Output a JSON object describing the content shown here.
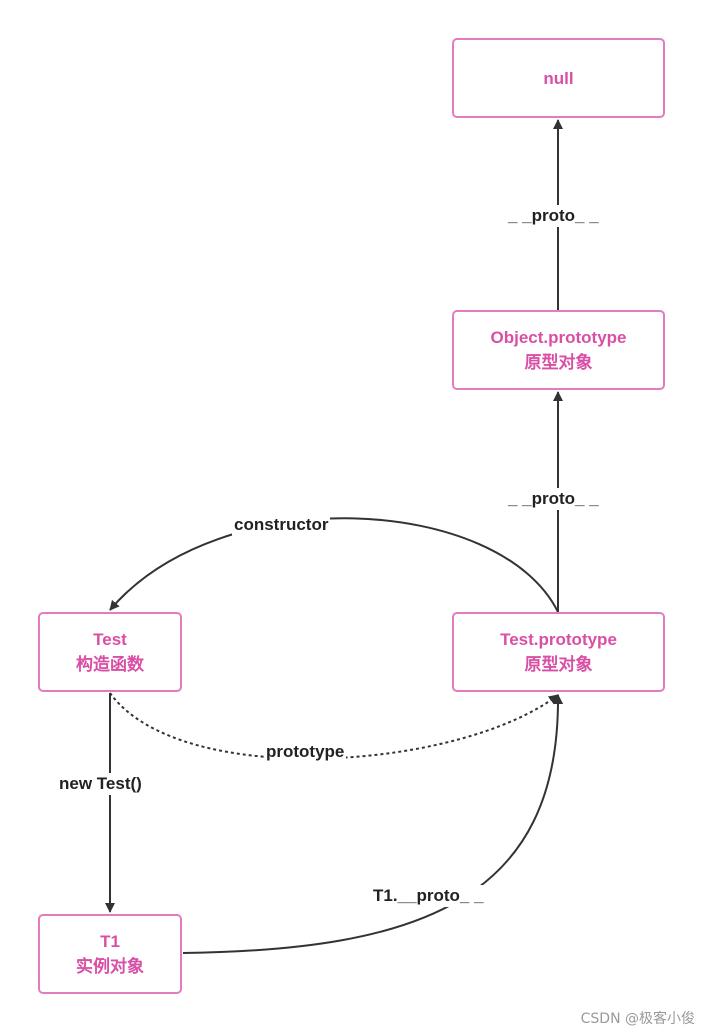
{
  "nodes": {
    "null": {
      "line1": "null"
    },
    "object_prototype": {
      "line1": "Object.prototype",
      "line2": "原型对象"
    },
    "test_prototype": {
      "line1": "Test.prototype",
      "line2": "原型对象"
    },
    "test": {
      "line1": "Test",
      "line2": "构造函数"
    },
    "t1": {
      "line1": "T1",
      "line2": "实例对象"
    }
  },
  "edges": {
    "proto_top": "_ _proto_ _",
    "proto_mid": "_ _proto_ _",
    "constructor": "constructor",
    "prototype": "prototype",
    "new_test": "new Test()",
    "t1_proto": "T1.__proto_ _"
  },
  "watermark": "CSDN @极客小俊",
  "colors": {
    "node_border": "#e37cbf",
    "node_text": "#d94fa6",
    "edge": "#333333"
  }
}
